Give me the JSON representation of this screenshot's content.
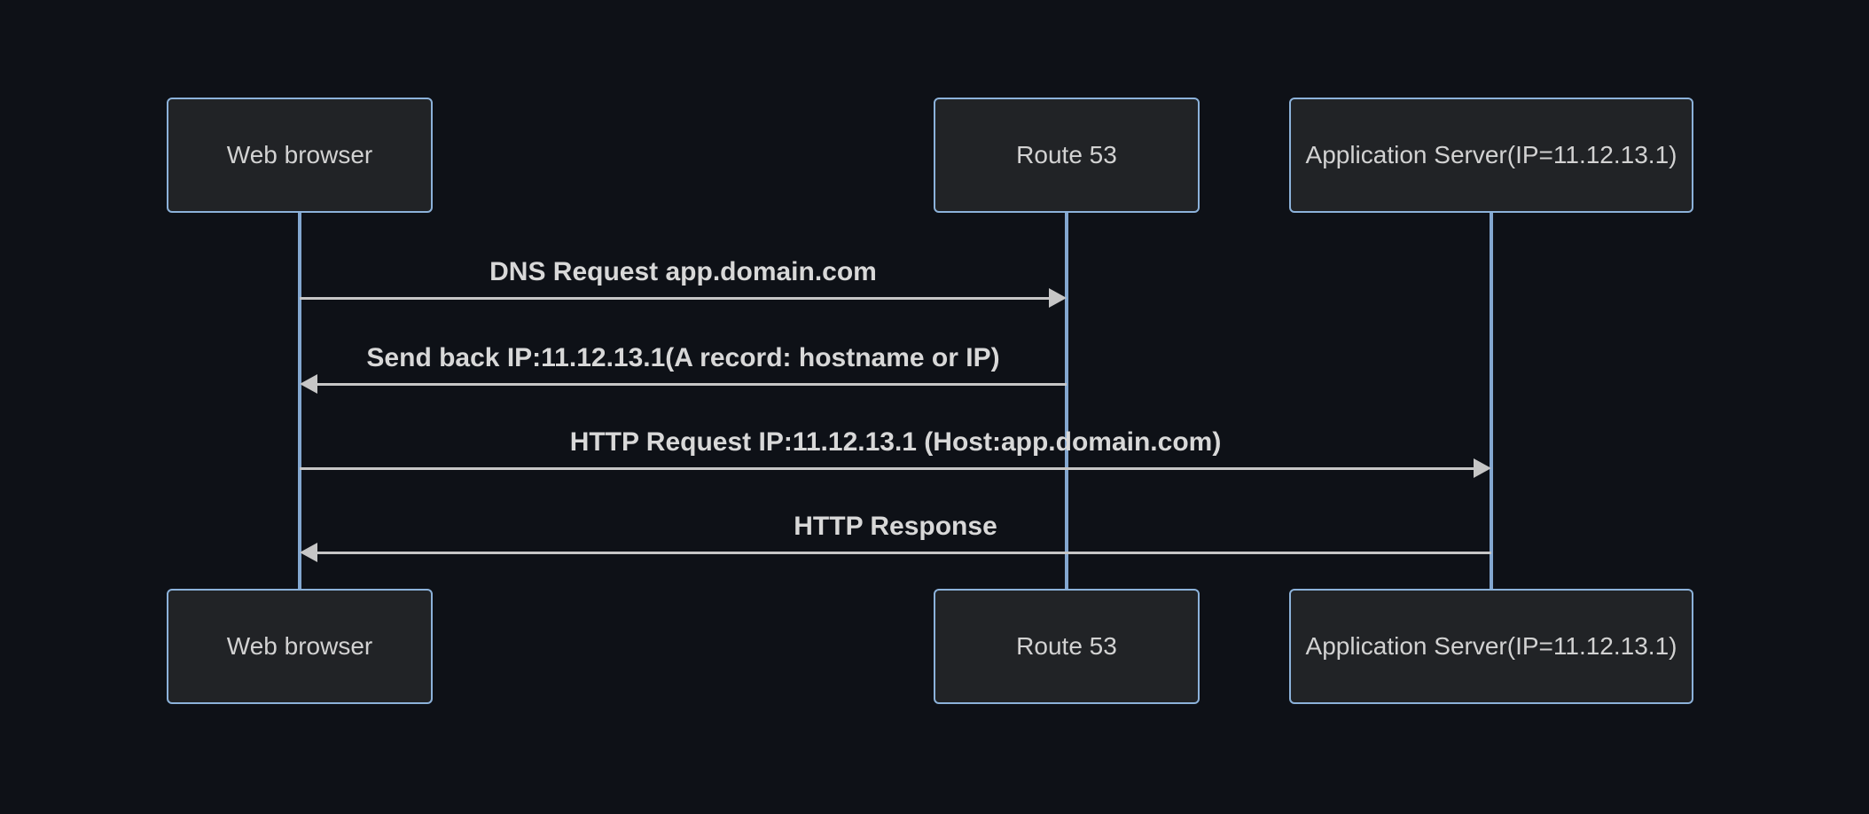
{
  "diagram": {
    "type": "sequence-diagram",
    "colors": {
      "background": "#0e1117",
      "actor_fill": "#212326",
      "actor_border": "#8cb2da",
      "lifeline": "#83a7d0",
      "arrow": "#c6c6c6",
      "actor_text": "#d2d2d2",
      "message_text": "#d8d8d8"
    },
    "actors": [
      {
        "id": "web-browser",
        "label": "Web browser"
      },
      {
        "id": "route-53",
        "label": "Route 53"
      },
      {
        "id": "app-server",
        "label": "Application Server(IP=11.12.13.1)"
      }
    ],
    "messages": [
      {
        "from": "web-browser",
        "to": "route-53",
        "direction": "right",
        "text": "DNS Request app.domain.com"
      },
      {
        "from": "route-53",
        "to": "web-browser",
        "direction": "left",
        "text": "Send back IP:11.12.13.1(A record: hostname or IP)"
      },
      {
        "from": "web-browser",
        "to": "app-server",
        "direction": "right",
        "text": "HTTP Request IP:11.12.13.1 (Host:app.domain.com)"
      },
      {
        "from": "app-server",
        "to": "web-browser",
        "direction": "left",
        "text": "HTTP Response"
      }
    ]
  }
}
